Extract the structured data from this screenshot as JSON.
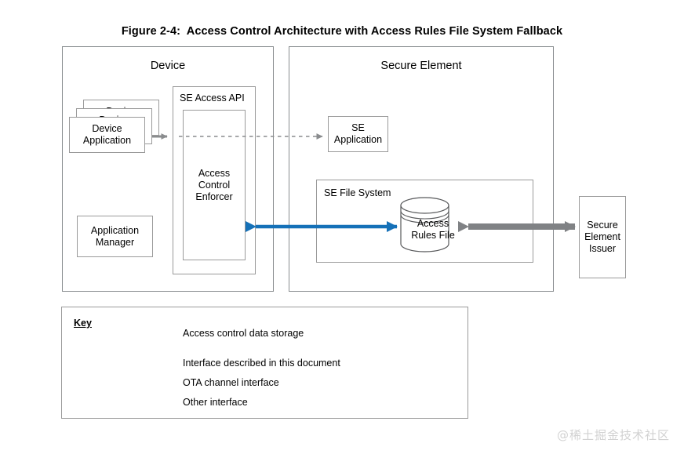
{
  "figure": {
    "title": "Figure 2-4:  Access Control Architecture with Access Rules File System Fallback"
  },
  "device_panel": {
    "title": "Device",
    "device_application": {
      "label": "Device\nApplication",
      "stack_count": 3
    },
    "application_manager": {
      "label": "Application\nManager"
    },
    "se_access_api": {
      "label": "SE Access API",
      "access_control_enforcer": {
        "label": "Access\nControl\nEnforcer"
      }
    }
  },
  "secure_element_panel": {
    "title": "Secure Element",
    "se_application": {
      "label": "SE\nApplication"
    },
    "se_file_system": {
      "label": "SE File System",
      "access_rules_file": {
        "label": "Access\nRules File"
      }
    }
  },
  "secure_element_issuer": {
    "label": "Secure\nElement\nIssuer"
  },
  "key": {
    "title": "Key",
    "items": [
      {
        "symbol": "cylinder-icon",
        "label": "Access control data storage"
      },
      {
        "symbol": "blue-double-arrow-icon",
        "label": "Interface described in this document"
      },
      {
        "symbol": "gray-thick-double-arrow-icon",
        "label": "OTA channel interface"
      },
      {
        "symbol": "gray-thin-double-arrow-icon",
        "label": "Other interface"
      }
    ]
  },
  "watermark": {
    "text": "@稀土掘金技术社区"
  },
  "colors": {
    "blue_interface": "#1571b8",
    "gray_ota": "#808285",
    "gray_other": "#a0a2a4",
    "panel_border": "#888c8f",
    "box_border": "#9a9a9a",
    "watermark": "#d2d2d2"
  }
}
